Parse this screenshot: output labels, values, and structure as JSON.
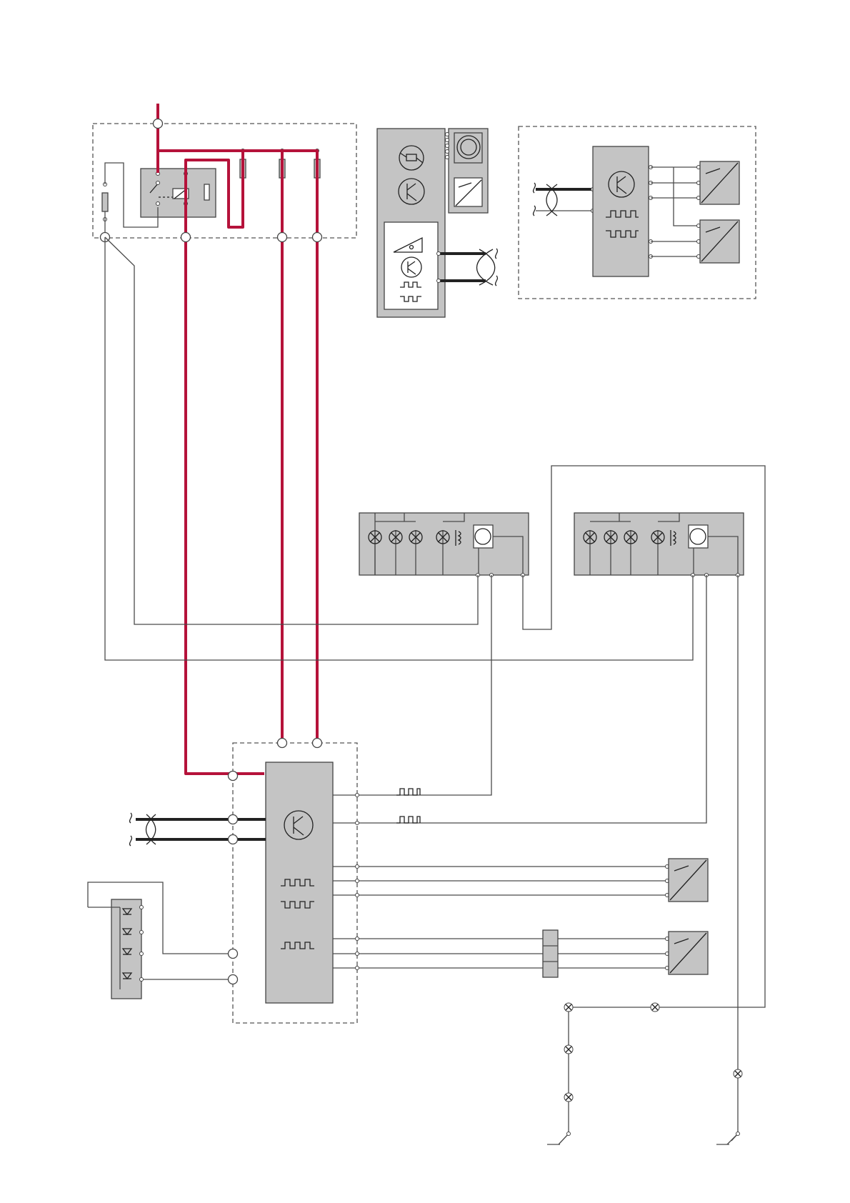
{
  "diagram": {
    "type": "automotive wiring schematic",
    "colors": {
      "power_wire": "#b5123a",
      "signal_wire": "#4a4a4a",
      "bus_wire": "#222222",
      "component_fill": "#c4c4c4",
      "background": "#ffffff"
    },
    "components": [
      "fuse-relay-box",
      "instrument-cluster",
      "sensor-module",
      "left-rear-light-cluster",
      "right-rear-light-cluster",
      "central-control-unit",
      "led-switch-unit",
      "sensor-upper",
      "sensor-lower",
      "ground-points"
    ],
    "icons": [
      "fuse-icon",
      "relay-icon",
      "transistor-icon",
      "pulse-signal-icon",
      "bulb-icon",
      "sensor-icon",
      "ground-icon",
      "twisted-pair-icon"
    ]
  }
}
